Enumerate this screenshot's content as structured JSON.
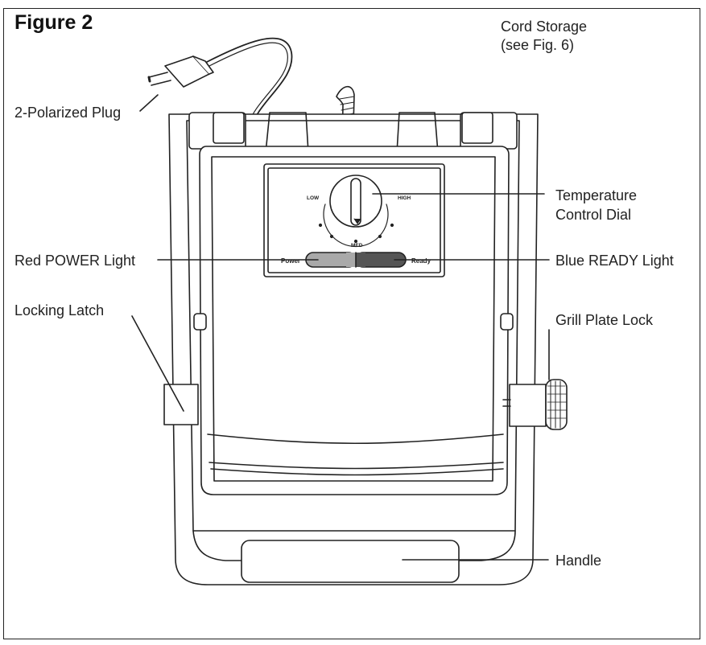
{
  "figure_title": "Figure 2",
  "labels": {
    "cord_storage_line1": "Cord Storage",
    "cord_storage_line2": "(see Fig. 6)",
    "plug": "2-Polarized Plug",
    "temp_line1": "Temperature",
    "temp_line2": "Control Dial",
    "red_power": "Red POWER Light",
    "blue_ready": "Blue READY Light",
    "locking_latch": "Locking Latch",
    "grill_plate_lock": "Grill Plate Lock",
    "handle": "Handle"
  },
  "dial": {
    "low": "LOW",
    "high": "HIGH",
    "med": "MED"
  },
  "lights": {
    "power": "Power",
    "ready": "Ready",
    "power_color": "#a9a9a9",
    "ready_color": "#555555"
  }
}
